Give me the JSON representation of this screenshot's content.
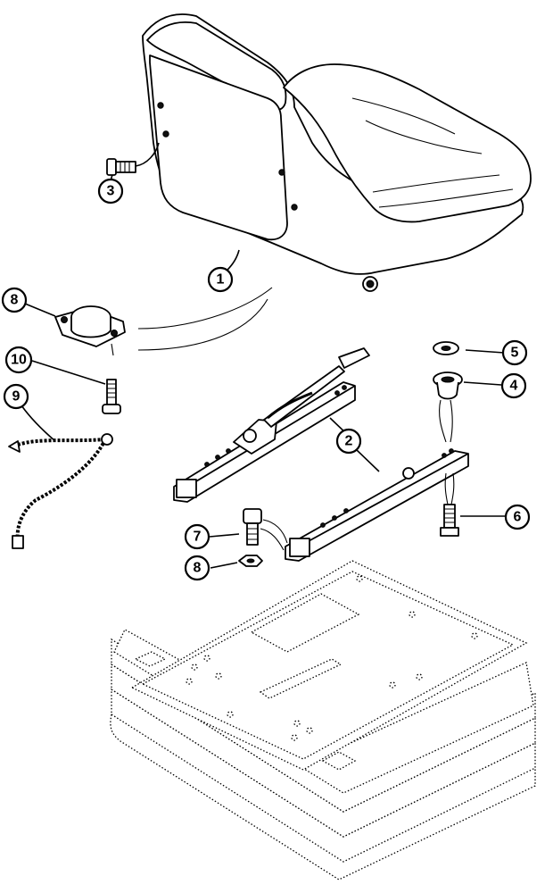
{
  "diagram": {
    "callouts": [
      {
        "id": "c1",
        "label": "1"
      },
      {
        "id": "c2",
        "label": "2"
      },
      {
        "id": "c3",
        "label": "3"
      },
      {
        "id": "c4",
        "label": "4"
      },
      {
        "id": "c5",
        "label": "5"
      },
      {
        "id": "c6",
        "label": "6"
      },
      {
        "id": "c7",
        "label": "7"
      },
      {
        "id": "c8a",
        "label": "8"
      },
      {
        "id": "c8b",
        "label": "8"
      },
      {
        "id": "c9",
        "label": "9"
      },
      {
        "id": "c10",
        "label": "10"
      }
    ]
  }
}
